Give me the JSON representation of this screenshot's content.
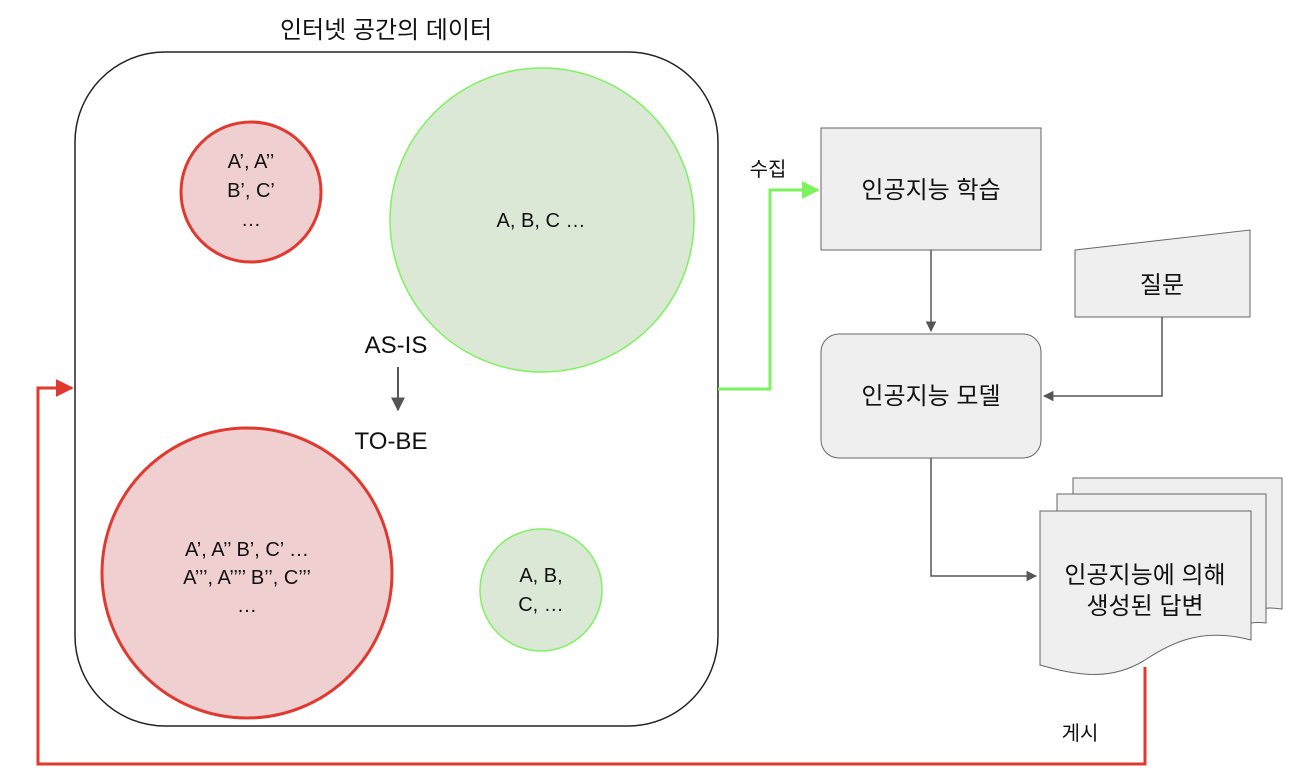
{
  "diagram": {
    "container_title": "인터넷 공간의 데이터",
    "circles": {
      "small_red": {
        "lines": [
          "A’, A’’",
          "B’, C’",
          "…"
        ]
      },
      "big_green": {
        "lines": [
          "A, B, C …"
        ]
      },
      "big_red": {
        "lines": [
          "A’, A’’ B’, C’ …",
          "A’’’, A’’’’ B’’, C’’’",
          "…"
        ]
      },
      "small_green": {
        "lines": [
          "A, B,",
          "C, …"
        ]
      }
    },
    "transition": {
      "from": "AS-IS",
      "to": "TO-BE"
    },
    "nodes": {
      "training": "인공지능 학습",
      "question": "질문",
      "model": "인공지능 모델",
      "answers": [
        "인공지능에 의해",
        "생성된 답변"
      ]
    },
    "edge_labels": {
      "collect": "수집",
      "post": "게시"
    },
    "colors": {
      "red_stroke": "#e0392f",
      "red_fill": "#efcfcf",
      "green_stroke": "#7df25f",
      "green_fill": "#dce8d6",
      "node_fill": "#efefef",
      "node_stroke": "#666666"
    }
  }
}
